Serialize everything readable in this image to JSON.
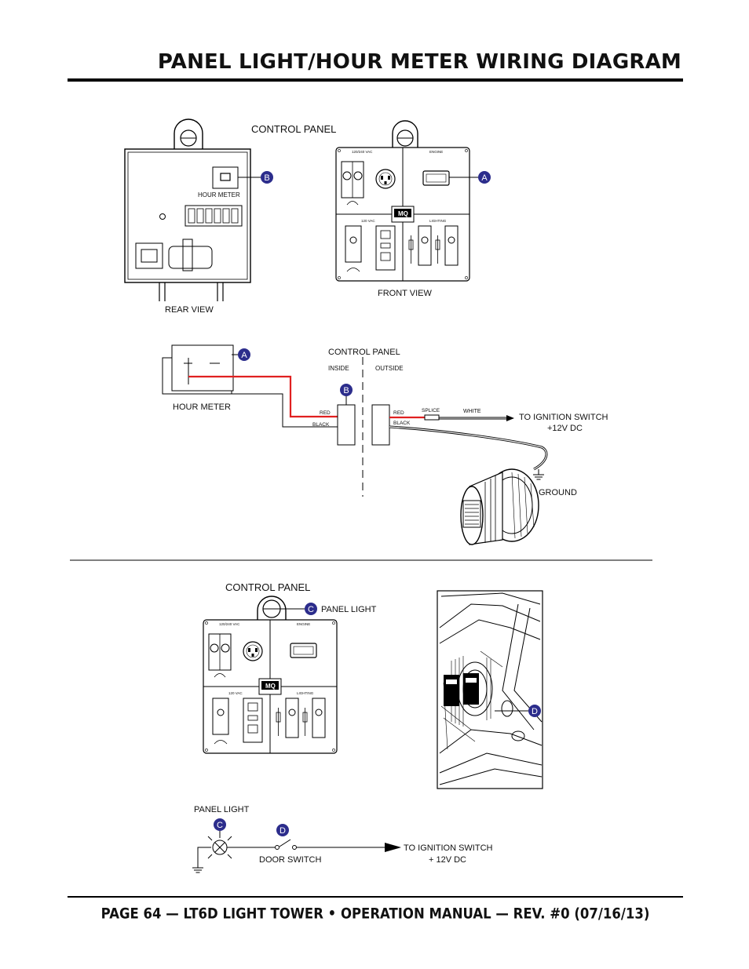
{
  "page_title": "PANEL LIGHT/HOUR METER WIRING DIAGRAM",
  "footer": "PAGE 64 — LT6D LIGHT TOWER • OPERATION MANUAL — REV. #0 (07/16/13)",
  "callouts": {
    "a": "A",
    "b": "B",
    "c": "C",
    "d": "D"
  },
  "top_section": {
    "control_panel": "CONTROL PANEL",
    "hour_meter_small": "HOUR METER",
    "rear_view": "REAR VIEW",
    "front_view": "FRONT VIEW"
  },
  "panel_faceplate": {
    "vac_240": "120/240 VAC",
    "engine": "ENGINE",
    "vac_120": "120 VAC",
    "lighting": "LIGHTING",
    "logo": "MQ"
  },
  "wiring": {
    "control_panel": "CONTROL PANEL",
    "inside": "INSIDE",
    "outside": "OUTSIDE",
    "hour_meter": "HOUR METER",
    "red": "RED",
    "black": "BLACK",
    "splice": "SPLICE",
    "white": "WHITE",
    "ignition_line1": "TO IGNITION SWITCH",
    "ignition_line2": "+12V DC",
    "ground": "GROUND"
  },
  "bottom_section": {
    "control_panel": "CONTROL PANEL",
    "panel_light": "PANEL LIGHT",
    "panel_light_schematic": "PANEL LIGHT",
    "door_switch": "DOOR SWITCH",
    "ignition_line1": "TO IGNITION SWITCH",
    "ignition_line2": "+ 12V DC"
  },
  "colors": {
    "callout": "#2c2d8c",
    "red_wire": "#e02020",
    "ink": "#111111"
  }
}
